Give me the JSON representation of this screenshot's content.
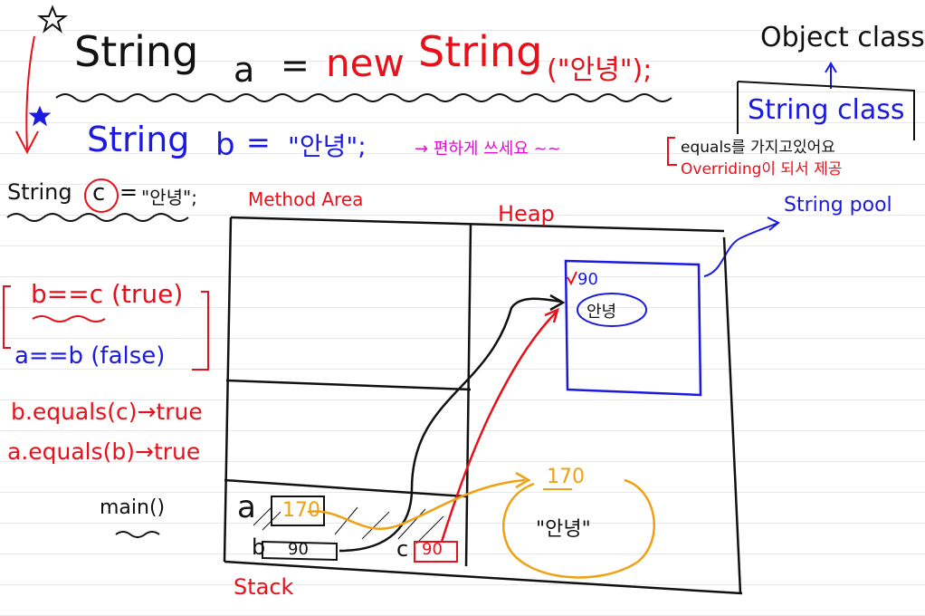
{
  "colors": {
    "ink": "#111111",
    "red": "#e8101a",
    "blue": "#1a1ae0",
    "magenta": "#e010d0",
    "orange": "#f0a010",
    "grid": "#e8e8e8"
  },
  "code": {
    "line_a": {
      "type": "String",
      "var": "a",
      "eq": "=",
      "new_kw": "new",
      "ctor": "String",
      "arg": "(\"안녕\");"
    },
    "line_b": {
      "type": "String",
      "var": "b",
      "eq": "=",
      "literal": "\"안녕\";"
    },
    "line_c": {
      "type": "String",
      "var": "c",
      "eq": "=",
      "literal": "\"안녕\";"
    }
  },
  "notes": {
    "b_note": "→ 편하게 쓰세요 ~~",
    "object_class": "Object class",
    "string_class": "String class",
    "equals_line1": "equals를 가지고있어요",
    "equals_line2": "Overriding이 되서 제공",
    "string_pool": "String pool"
  },
  "comparisons": [
    {
      "expr": "b==c (true)"
    },
    {
      "expr": "a==b (false)"
    },
    {
      "expr": "b.equals(c)→true"
    },
    {
      "expr": "a.equals(b)→true"
    }
  ],
  "memory": {
    "method_area": "Method Area",
    "heap": "Heap",
    "stack": "Stack",
    "main": "main()",
    "var_a": "a",
    "var_a_value": "170",
    "var_b": "b",
    "var_b_value": "90",
    "var_c": "c",
    "var_c_value": "90",
    "pool_addr": "90",
    "pool_value": "안녕",
    "heap_addr": "170",
    "heap_value": "\"안녕\""
  }
}
